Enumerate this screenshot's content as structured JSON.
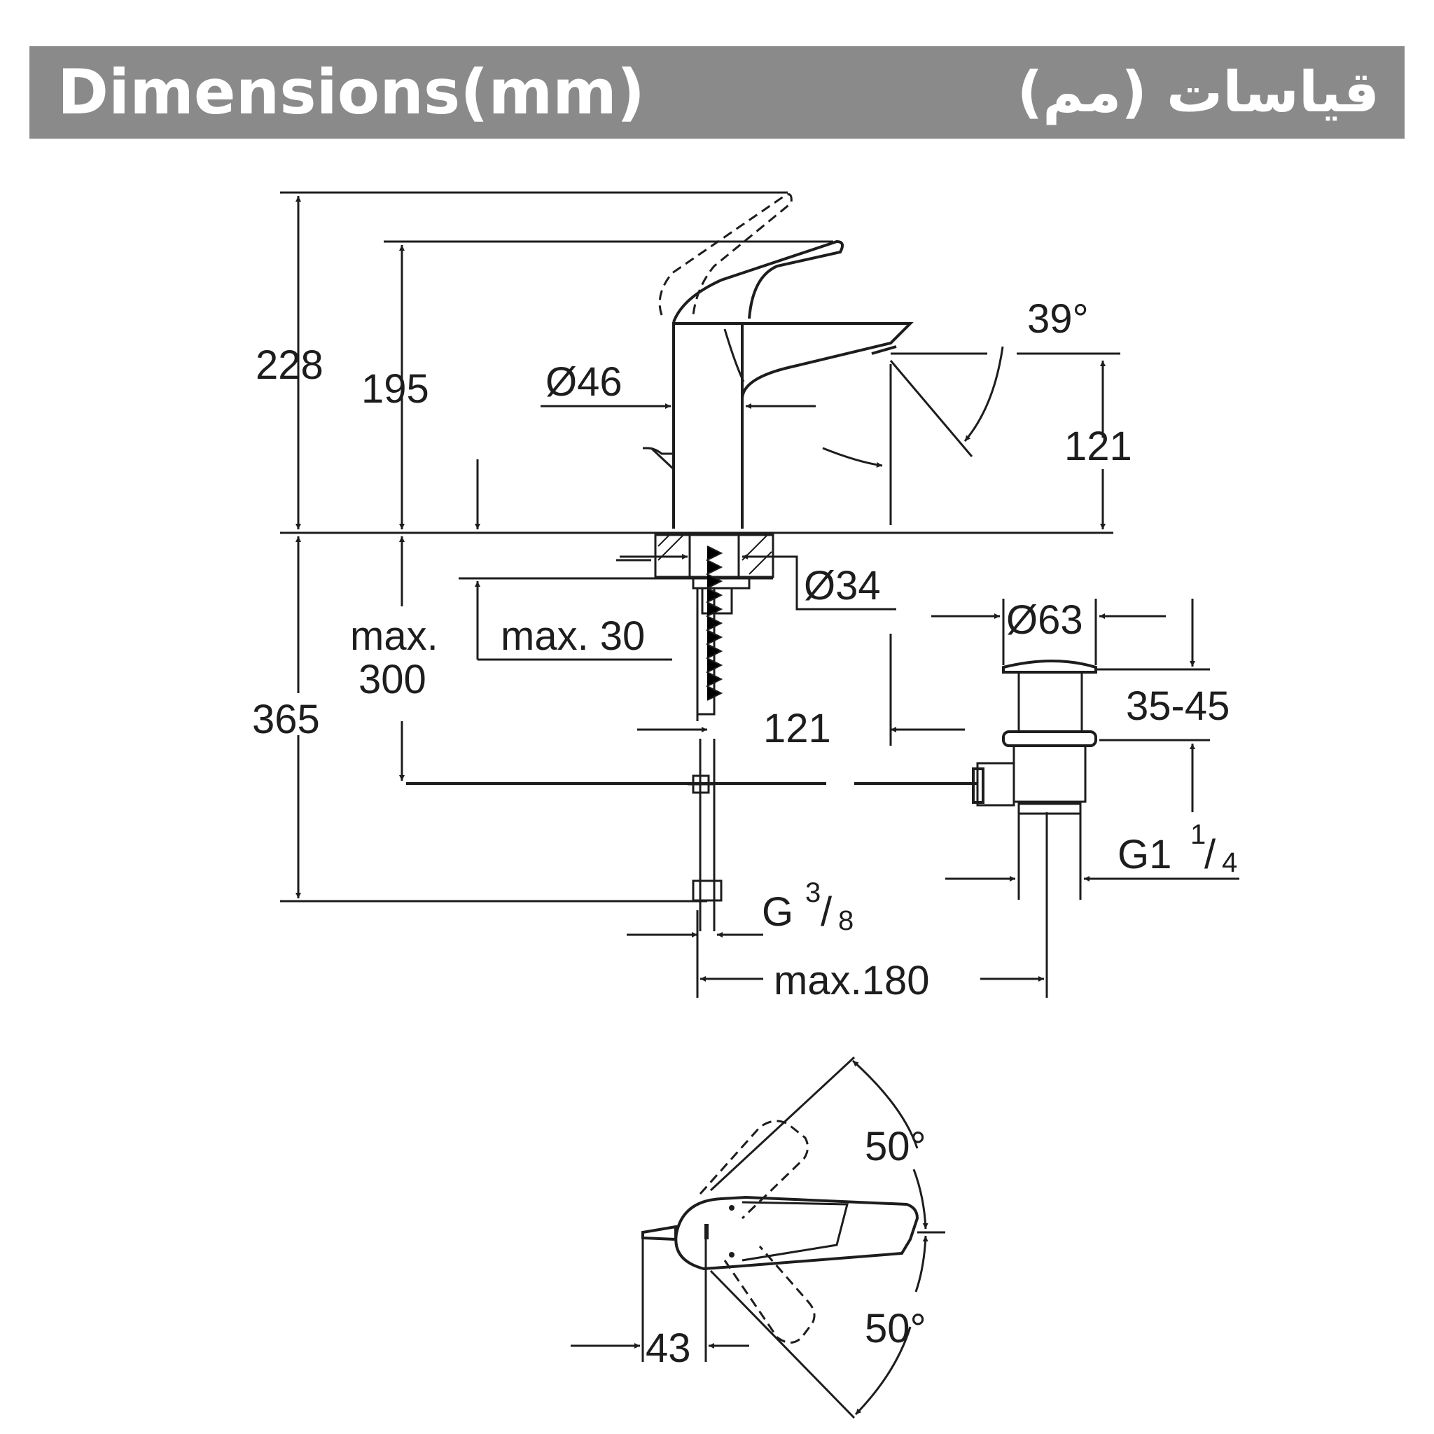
{
  "header": {
    "title_en": "Dimensions(mm)",
    "title_ar": "قياسات (مم)",
    "background": "#8a8a8a",
    "text_color": "#ffffff"
  },
  "dimensions": {
    "total_height": "228",
    "spout_height": "195",
    "body_diameter": "Ø46",
    "lever_angle": "39°",
    "spout_projection": "121",
    "hole_diameter": "Ø34",
    "deck_thickness_label": "max. 30",
    "hose_length_label_1": "max.",
    "hose_length_label_2": "300",
    "below_deck": "365",
    "pop_up_diameter": "Ø63",
    "rod_distance": "121",
    "pop_up_range": "35-45",
    "waste_thread_main": "G1",
    "waste_thread_num": "1",
    "waste_thread_den": "4",
    "supply_thread_main": "G",
    "supply_thread_num": "3",
    "supply_thread_den": "8",
    "max_offset": "max.180",
    "rotation_top": "50°",
    "rotation_bottom": "50°",
    "plan_offset": "43"
  },
  "colors": {
    "line": "#1d1d1d",
    "background": "#ffffff"
  }
}
